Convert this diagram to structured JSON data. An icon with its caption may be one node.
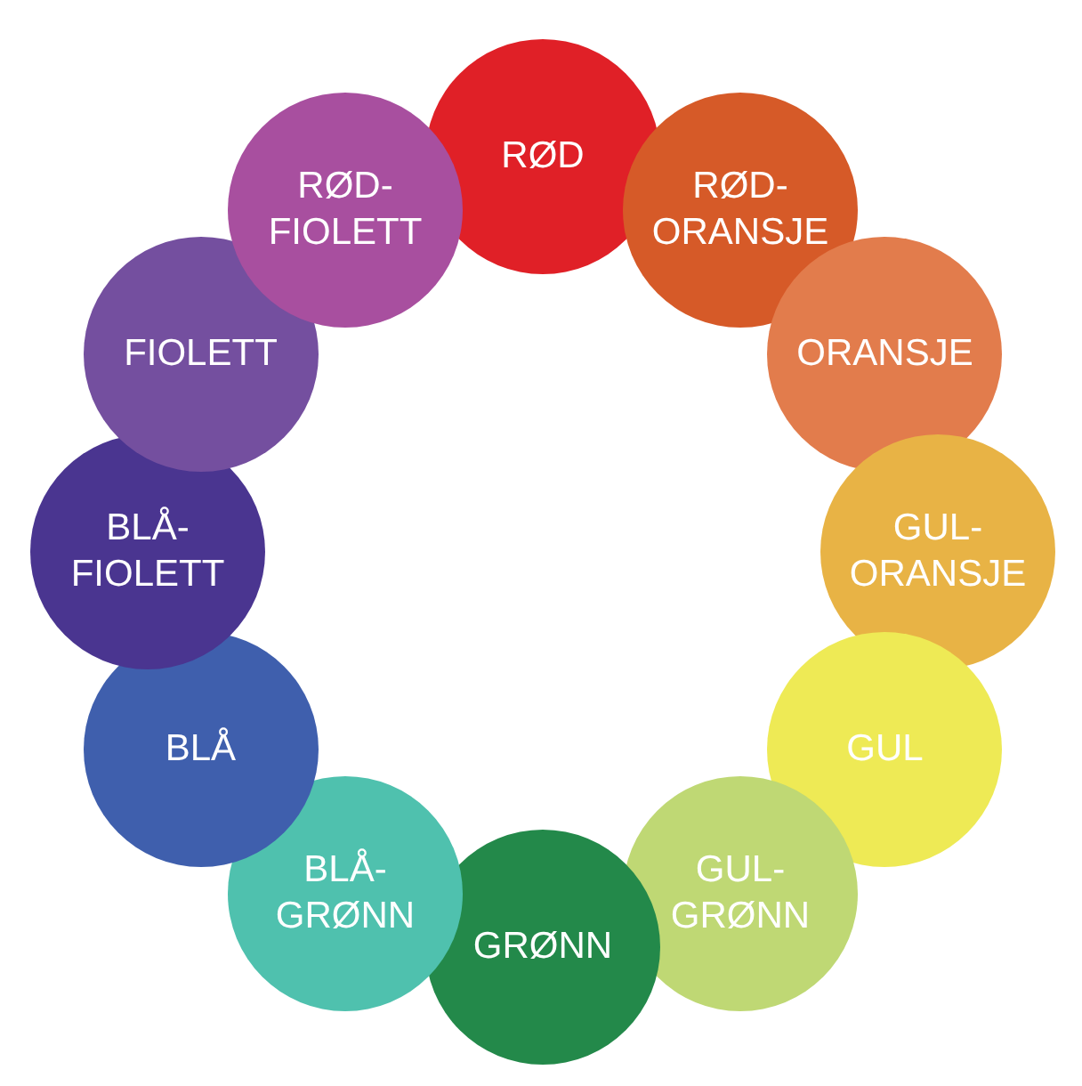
{
  "diagram": {
    "nodes": [
      {
        "text": [
          "RØD"
        ]
      },
      {
        "text": [
          "RØD-ORANSJE"
        ]
      },
      {
        "text": [
          "ORANSJE"
        ]
      },
      {
        "text": [
          "GUL-ORANSJE"
        ]
      },
      {
        "text": [
          "GUL"
        ]
      },
      {
        "text": [
          "GUL-GRØNN"
        ]
      },
      {
        "text": [
          "GRØNN"
        ]
      },
      {
        "text": [
          "BLÅ-GRØNN"
        ]
      },
      {
        "text": [
          "BLÅ"
        ]
      },
      {
        "text": [
          "BLÅ-FIOLETT"
        ]
      },
      {
        "text": [
          "FIOLETT"
        ]
      },
      {
        "text": [
          "RØD-FIOLETT"
        ]
      }
    ]
  }
}
